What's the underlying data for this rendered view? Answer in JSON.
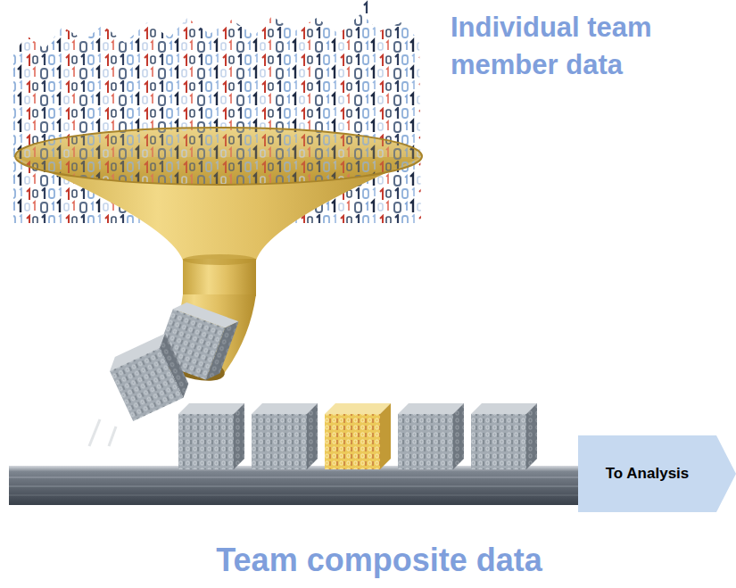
{
  "diagram": {
    "nodes": [
      {
        "text": [
          "To Analysis"
        ]
      }
    ],
    "labels": [
      "Individual team member data",
      "Team composite data"
    ]
  }
}
